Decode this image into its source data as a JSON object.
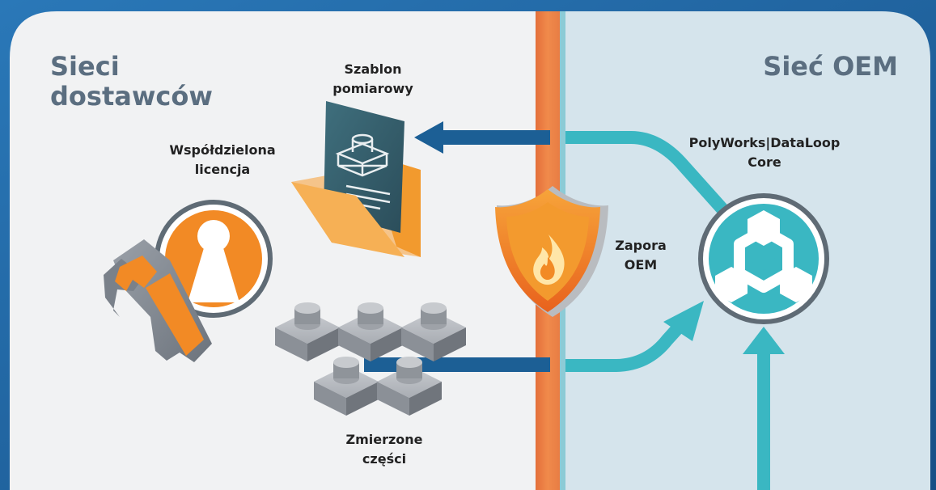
{
  "zones": {
    "supplier": "Sieci dostawców",
    "oem": "Sieć OEM"
  },
  "labels": {
    "template": "Szablon pomiarowy",
    "license": "Współdzielona licencja",
    "firewall": "Zapora OEM",
    "dataloop": "PolyWorks|DataLoop Core",
    "parts": "Zmierzone części"
  },
  "colors": {
    "supplier_bg": "#f1f2f3",
    "oem_bg": "#d5e4ec",
    "orange": "#f28a25",
    "teal": "#3ab7c2",
    "blue_arrow": "#1c5f95",
    "title": "#5b6e80"
  },
  "icons": [
    "template-folder-icon",
    "license-key-icon",
    "firewall-shield-icon",
    "dataloop-hub-icon",
    "measured-parts-icon"
  ]
}
